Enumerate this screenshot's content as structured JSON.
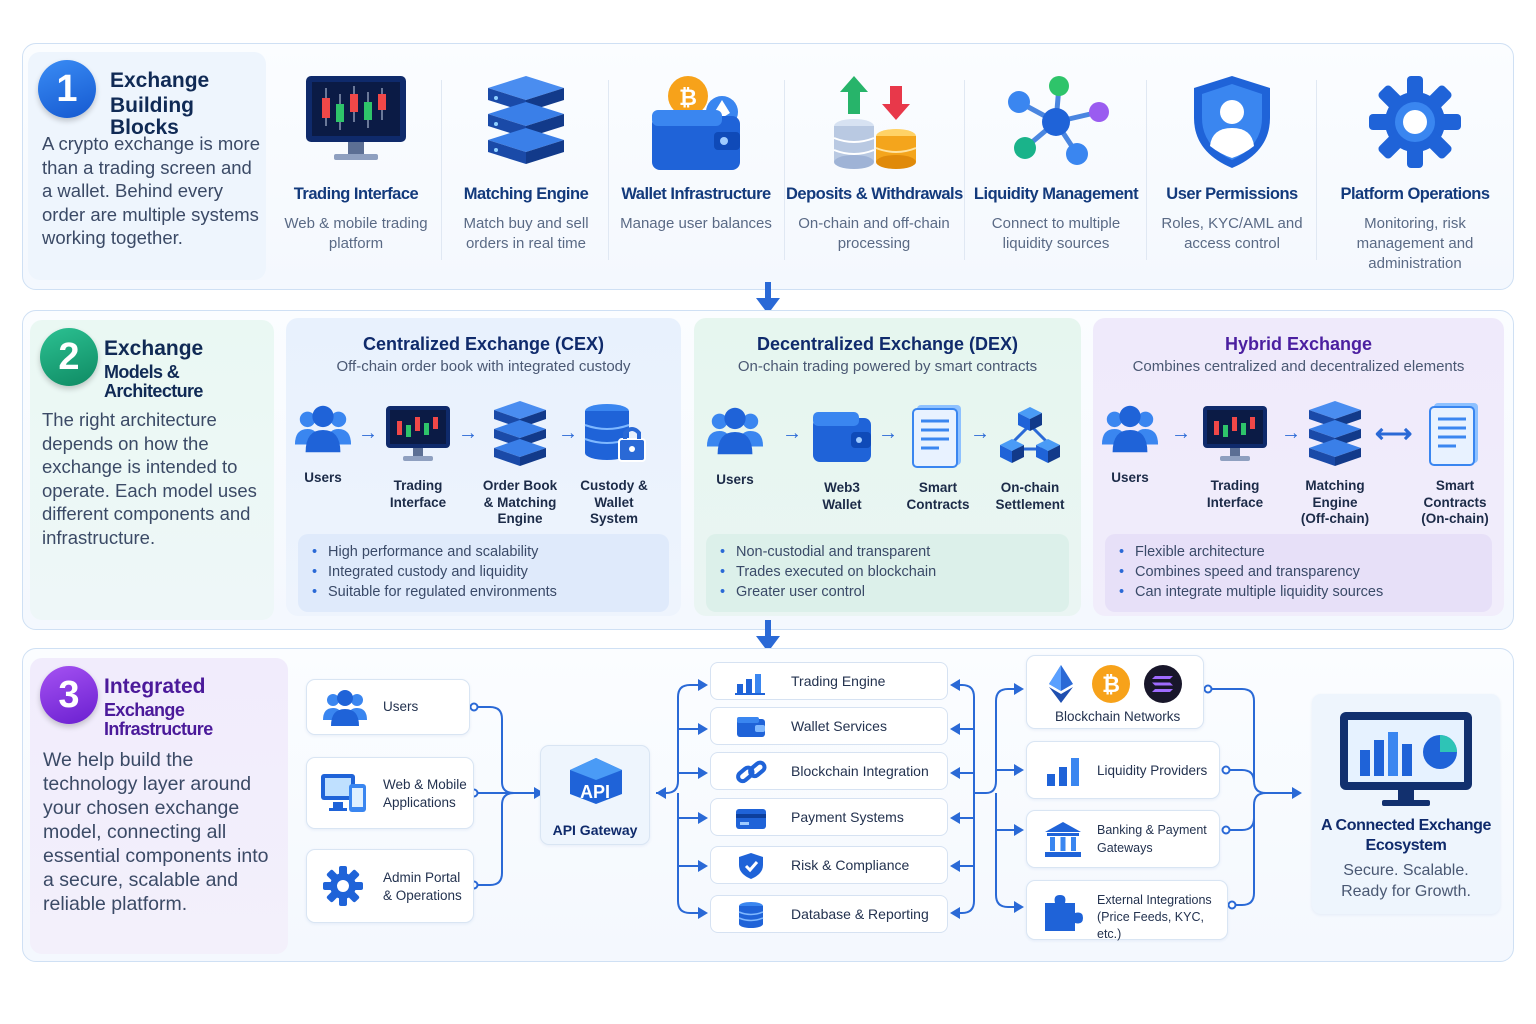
{
  "section1": {
    "number": "1",
    "title_line1": "Exchange",
    "title_line2": "Building Blocks",
    "description": "A crypto exchange is more than a trading screen and a wallet. Behind every order are multiple systems working together.",
    "blocks": [
      {
        "name": "Trading Interface",
        "desc": "Web & mobile trading platform",
        "icon": "trading-monitor-icon"
      },
      {
        "name": "Matching Engine",
        "desc": "Match buy and sell orders in real time",
        "icon": "server-stack-icon"
      },
      {
        "name": "Wallet Infrastructure",
        "desc": "Manage user balances",
        "icon": "wallet-crypto-icon"
      },
      {
        "name": "Deposits & Withdrawals",
        "desc": "On-chain and off-chain processing",
        "icon": "coins-arrows-icon"
      },
      {
        "name": "Liquidity Management",
        "desc": "Connect to multiple liquidity sources",
        "icon": "network-nodes-icon"
      },
      {
        "name": "User Permissions",
        "desc": "Roles, KYC/AML and access control",
        "icon": "shield-user-icon"
      },
      {
        "name": "Platform Operations",
        "desc": "Monitoring, risk management and administration",
        "icon": "gear-icon"
      }
    ]
  },
  "section2": {
    "number": "2",
    "title_line1": "Exchange",
    "title_line2": "Models & Architecture",
    "description": "The right architecture depends on how the exchange is intended to operate. Each model uses different components and infrastructure.",
    "models": [
      {
        "title": "Centralized Exchange (CEX)",
        "subtitle": "Off-chain order book with integrated custody",
        "color": "#0f2a6b",
        "nodes": [
          "Users",
          "Trading\nInterface",
          "Order Book\n& Matching\nEngine",
          "Custody &\nWallet System"
        ],
        "bullets": [
          "High performance and scalability",
          "Integrated custody and liquidity",
          "Suitable for regulated environments"
        ]
      },
      {
        "title": "Decentralized Exchange (DEX)",
        "subtitle": "On-chain trading powered by smart contracts",
        "color": "#0f2a6b",
        "nodes": [
          "Users",
          "Web3\nWallet",
          "Smart\nContracts",
          "On-chain\nSettlement"
        ],
        "bullets": [
          "Non-custodial and transparent",
          "Trades executed on blockchain",
          "Greater user control"
        ]
      },
      {
        "title": "Hybrid Exchange",
        "subtitle": "Combines centralized and decentralized elements",
        "color": "#4b1fa0",
        "nodes": [
          "Users",
          "Trading\nInterface",
          "Matching\nEngine\n(Off-chain)",
          "Smart\nContracts\n(On-chain)"
        ],
        "bullets": [
          "Flexible architecture",
          "Combines speed and transparency",
          "Can integrate multiple liquidity sources"
        ]
      }
    ]
  },
  "section3": {
    "number": "3",
    "title_line1": "Integrated",
    "title_line2": "Exchange Infrastructure",
    "description": "We help build the technology layer around your chosen exchange model, connecting all essential components into a secure, scalable and reliable platform.",
    "clients": [
      "Users",
      "Web & Mobile\nApplications",
      "Admin Portal\n& Operations"
    ],
    "gateway_badge": "API",
    "gateway": "API Gateway",
    "services": [
      "Trading Engine",
      "Wallet Services",
      "Blockchain Integration",
      "Payment Systems",
      "Risk & Compliance",
      "Database & Reporting"
    ],
    "external": [
      "Blockchain Networks",
      "Liquidity Providers",
      "Banking & Payment\nGateways",
      "External Integrations\n(Price Feeds, KYC, etc.)"
    ],
    "result_title": "A Connected Exchange Ecosystem",
    "result_desc": "Secure. Scalable. Ready for Growth."
  },
  "colors": {
    "primary_blue": "#2a69d6",
    "section1_badge": "#1f73e6",
    "section2_badge": "#17a57a",
    "section3_badge": "#8a2fe0",
    "panel_border": "#cfe0f4"
  }
}
